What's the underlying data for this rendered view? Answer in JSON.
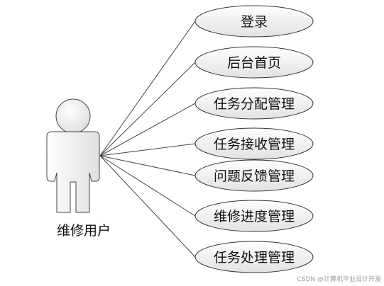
{
  "actor": {
    "name": "维修用户"
  },
  "use_cases": [
    {
      "id": "login",
      "label": "登录"
    },
    {
      "id": "home",
      "label": "后台首页"
    },
    {
      "id": "task-assign",
      "label": "任务分配管理"
    },
    {
      "id": "task-receive",
      "label": "任务接收管理"
    },
    {
      "id": "feedback",
      "label": "问题反馈管理"
    },
    {
      "id": "progress",
      "label": "维修进度管理"
    },
    {
      "id": "task-handle",
      "label": "任务处理管理"
    }
  ],
  "watermark": "CSDN @计算机毕业设计开发",
  "colors": {
    "line": "#444444",
    "ellipse_stroke": "#333333",
    "ellipse_fill_light": "#ffffff",
    "ellipse_fill_dark": "#e2e2e2",
    "actor_fill_light": "#ffffff",
    "actor_fill_dark": "#dedede"
  }
}
